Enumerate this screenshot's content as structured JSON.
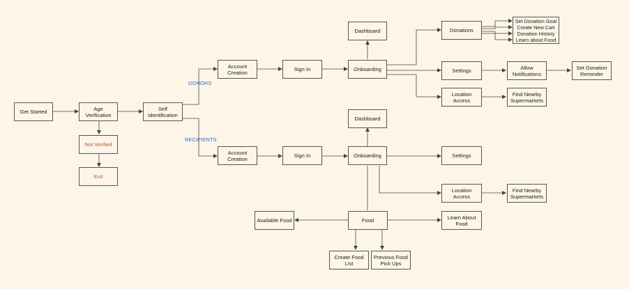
{
  "nodes": {
    "get_started": "Get Started",
    "age_verification": "Age Verification",
    "not_verified": "Not Verified",
    "exit": "Exit",
    "self_identification": "Self Identification",
    "donor_account_creation": "Account Creation",
    "donor_sign_in": "Sign In",
    "donor_onboarding": "Onboarding",
    "donor_dashboard": "Dashboard",
    "donations": "Donations",
    "donor_settings": "Settings",
    "allow_notifications": "Allow\nNotifications",
    "set_donation_reminder": "Set Donation\nReminder",
    "donor_location_access": "Location Access",
    "donor_find_supermarkets": "Find Nearby\nSupermarkets",
    "recipient_account_creation": "Account Creation",
    "recipient_sign_in": "Sign In",
    "recipient_onboarding": "Onboarding",
    "recipient_dashboard": "Dashboard",
    "recipient_settings": "Settings",
    "recipient_location_access": "Location Access",
    "recipient_find_supermarkets": "Find Nearby\nSupermarkets",
    "food": "Food",
    "available_food": "Available Food",
    "learn_about_food": "Learn About\nFood",
    "create_food_list": "Create Food List",
    "previous_food_pickups": "Previous Food\nPick Ups"
  },
  "donation_options": [
    "Set Donation Goal",
    "Create New Cart",
    "Donation History",
    "Learn about Food"
  ],
  "branch_labels": {
    "donors": "DONORS",
    "recipients": "RECIPIENTS"
  },
  "colors": {
    "background": "#fdf6e8",
    "line": "#444444",
    "branch_label": "#2f6fc8",
    "error_text": "#c0503a"
  }
}
